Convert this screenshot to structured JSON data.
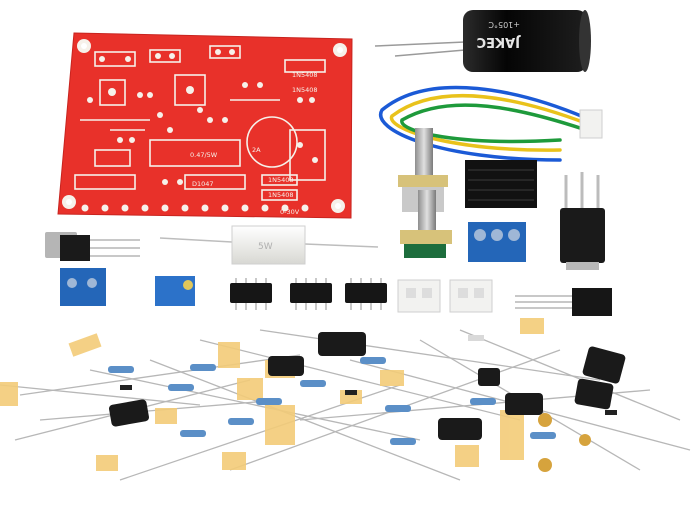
{
  "image": {
    "pcb_labels": {
      "ic1": "1N5408",
      "ic2": "1N5408",
      "ic3": "1N5408",
      "ic4": "1N5408",
      "ic5": "D1047",
      "ic6": "0-30V",
      "ic7": "0.47/5W",
      "ic8": "2A"
    },
    "capacitor_brand": "JAKEC",
    "capacitor_rating": "+105°C",
    "resistor_label": "5W",
    "colors": {
      "pcb_red": "#e8312a",
      "pcb_silk": "#f6f1ea",
      "capacitor_body": "#121212",
      "wire_blue": "#1b5ad6",
      "wire_yellow": "#e9c21b",
      "wire_green": "#1e9a3b",
      "terminal_blue": "#2466b8",
      "connector_white": "#f2f2f0",
      "heatsink": "#111111"
    }
  }
}
